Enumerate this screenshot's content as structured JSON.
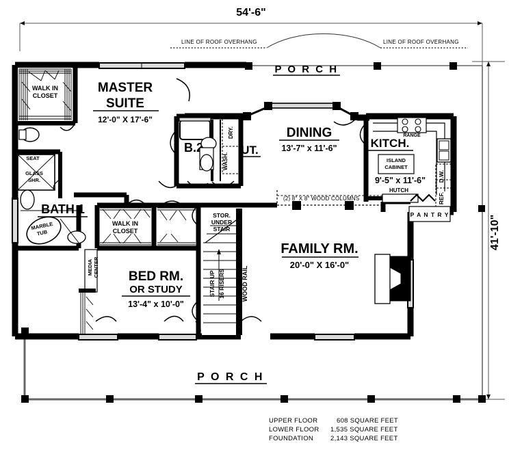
{
  "plan": {
    "title": "single-story-floor-plan",
    "overall_width_label": "54'-6\"",
    "overall_height_label": "41'-10\"",
    "roof_note_left": "LINE OF ROOF OVERHANG",
    "roof_note_right": "LINE OF ROOF OVERHANG",
    "column_note": "(2) 8\" X 8\" WOOD COLUMNS",
    "colors": {
      "ink": "#000000",
      "paper": "#ffffff",
      "thin": "#555555",
      "fill": "#e8e8e8"
    }
  },
  "rooms": {
    "porch_top": {
      "label": "P O R C H"
    },
    "porch_bottom": {
      "label": "P O R C H"
    },
    "master_suite": {
      "label1": "MASTER",
      "label2": "SUITE",
      "dims": "12'-0\" X  17'-6\""
    },
    "walk_in_closet_master": {
      "label1": "WALK IN",
      "label2": "CLOSET"
    },
    "walk_in_closet_bed2": {
      "label1": "WALK IN",
      "label2": "CLOSET"
    },
    "bath1": {
      "label": "BATH 1"
    },
    "marble_tub": {
      "label1": "MARBLE",
      "label2": "TUB"
    },
    "shower": {
      "seat": "SEAT",
      "label1": "GLASS",
      "label2": "SHR."
    },
    "bath2": {
      "label": "B.2"
    },
    "utility": {
      "label": "UT.",
      "washer": "WASH.",
      "dryer": "DRY."
    },
    "dining": {
      "label": "DINING",
      "dims": "13'-7\" x 11'-6\""
    },
    "kitchen": {
      "label": "KITCH.",
      "dims": "9'-5\" x 11'-6\"",
      "range": "RANGE",
      "island1": "ISLAND",
      "island2": "CABINET",
      "hutch": "HUTCH",
      "pantry": "P A N T R Y",
      "dishwasher": "D.W.",
      "refrigerator": "REF."
    },
    "family_room": {
      "label": "FAMILY RM.",
      "dims": "20'-0\" X  16'-0\""
    },
    "bedroom_study": {
      "label1": "BED RM.",
      "label2": "OR STUDY",
      "dims": "13'-4\" x 10'-0\""
    },
    "media_center": {
      "label1": "MEDIA",
      "label2": "CENTER"
    },
    "stairs": {
      "stor1": "STOR.",
      "stor2": "UNDER",
      "stor3": "STAIR",
      "up": "STAIR UP",
      "risers": "16 RISERS",
      "rail": "WOOD RAIL"
    }
  },
  "area_table": {
    "rows": [
      {
        "label": "UPPER FLOOR",
        "value": "608 SQUARE FEET"
      },
      {
        "label": "LOWER FLOOR",
        "value": "1,535 SQUARE FEET"
      },
      {
        "label": "FOUNDATION",
        "value": "2,143 SQUARE FEET"
      }
    ]
  }
}
